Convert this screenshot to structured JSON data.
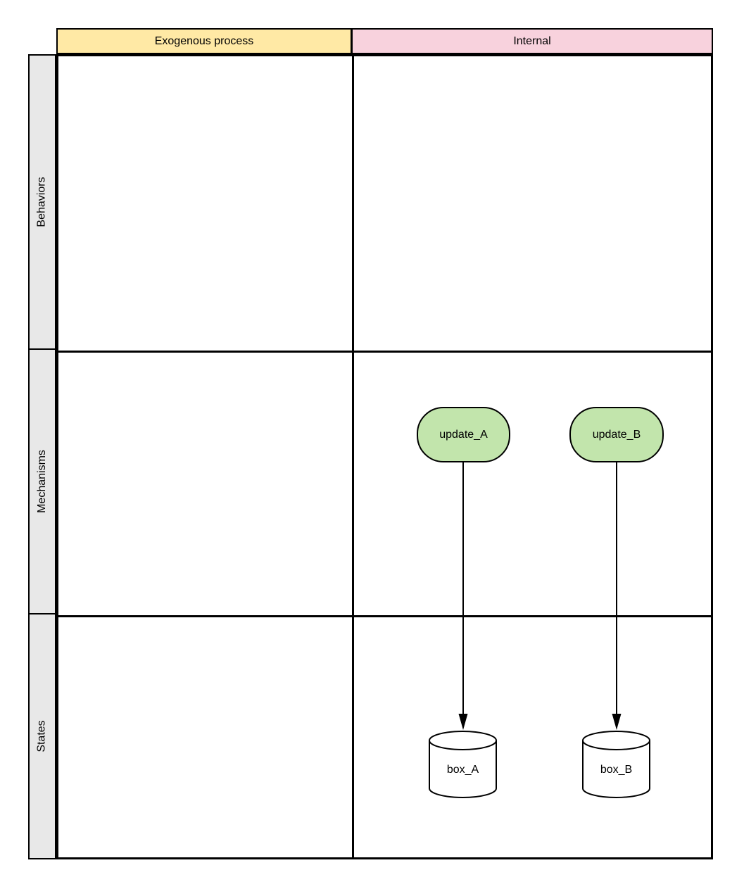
{
  "diagram": {
    "columns": [
      {
        "label": "Exogenous process",
        "fill": "#FFE9A5"
      },
      {
        "label": "Internal",
        "fill": "#F8D2DD"
      }
    ],
    "rows": [
      {
        "label": "Behaviors"
      },
      {
        "label": "Mechanisms"
      },
      {
        "label": "States"
      }
    ],
    "row_label_fill": "#E8E8E8",
    "border_color": "#000000",
    "nodes": {
      "update_a": {
        "label": "update_A",
        "shape": "rounded-process",
        "fill": "#C2E5AC",
        "row": "Mechanisms",
        "column": "Internal"
      },
      "update_b": {
        "label": "update_B",
        "shape": "rounded-process",
        "fill": "#C2E5AC",
        "row": "Mechanisms",
        "column": "Internal"
      },
      "box_a": {
        "label": "box_A",
        "shape": "cylinder",
        "fill": "#FFFFFF",
        "row": "States",
        "column": "Internal"
      },
      "box_b": {
        "label": "box_B",
        "shape": "cylinder",
        "fill": "#FFFFFF",
        "row": "States",
        "column": "Internal"
      }
    },
    "edges": [
      {
        "from": "update_A",
        "to": "box_A",
        "style": "solid-arrow"
      },
      {
        "from": "update_B",
        "to": "box_B",
        "style": "solid-arrow"
      }
    ]
  }
}
